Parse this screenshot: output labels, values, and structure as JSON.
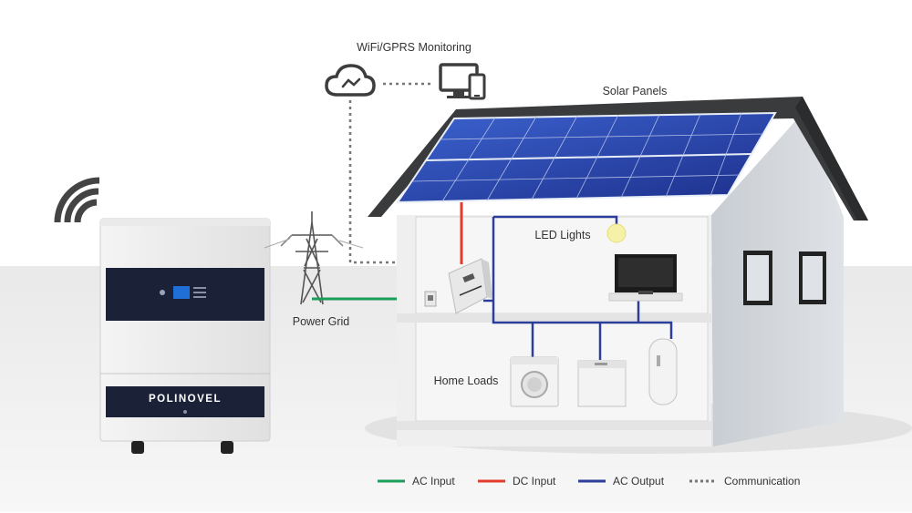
{
  "labels": {
    "monitoring": "WiFi/GPRS Monitoring",
    "solar_panels": "Solar Panels",
    "led_lights": "LED Lights",
    "power_grid": "Power Grid",
    "home_loads": "Home Loads"
  },
  "battery": {
    "brand": "POLINOVEL"
  },
  "legend": [
    {
      "label": "AC Input",
      "color": "#1a9e58",
      "style": "solid"
    },
    {
      "label": "DC Input",
      "color": "#e53b2c",
      "style": "solid"
    },
    {
      "label": "AC Output",
      "color": "#2b3e9a",
      "style": "solid"
    },
    {
      "label": "Communication",
      "color": "#777777",
      "style": "dotted"
    }
  ],
  "colors": {
    "ac_input": "#1a9e58",
    "dc_input": "#e53b2c",
    "ac_output": "#2b3e9a",
    "communication": "#777777",
    "panel": "#2a48b8",
    "roof": "#3a3b3d"
  }
}
